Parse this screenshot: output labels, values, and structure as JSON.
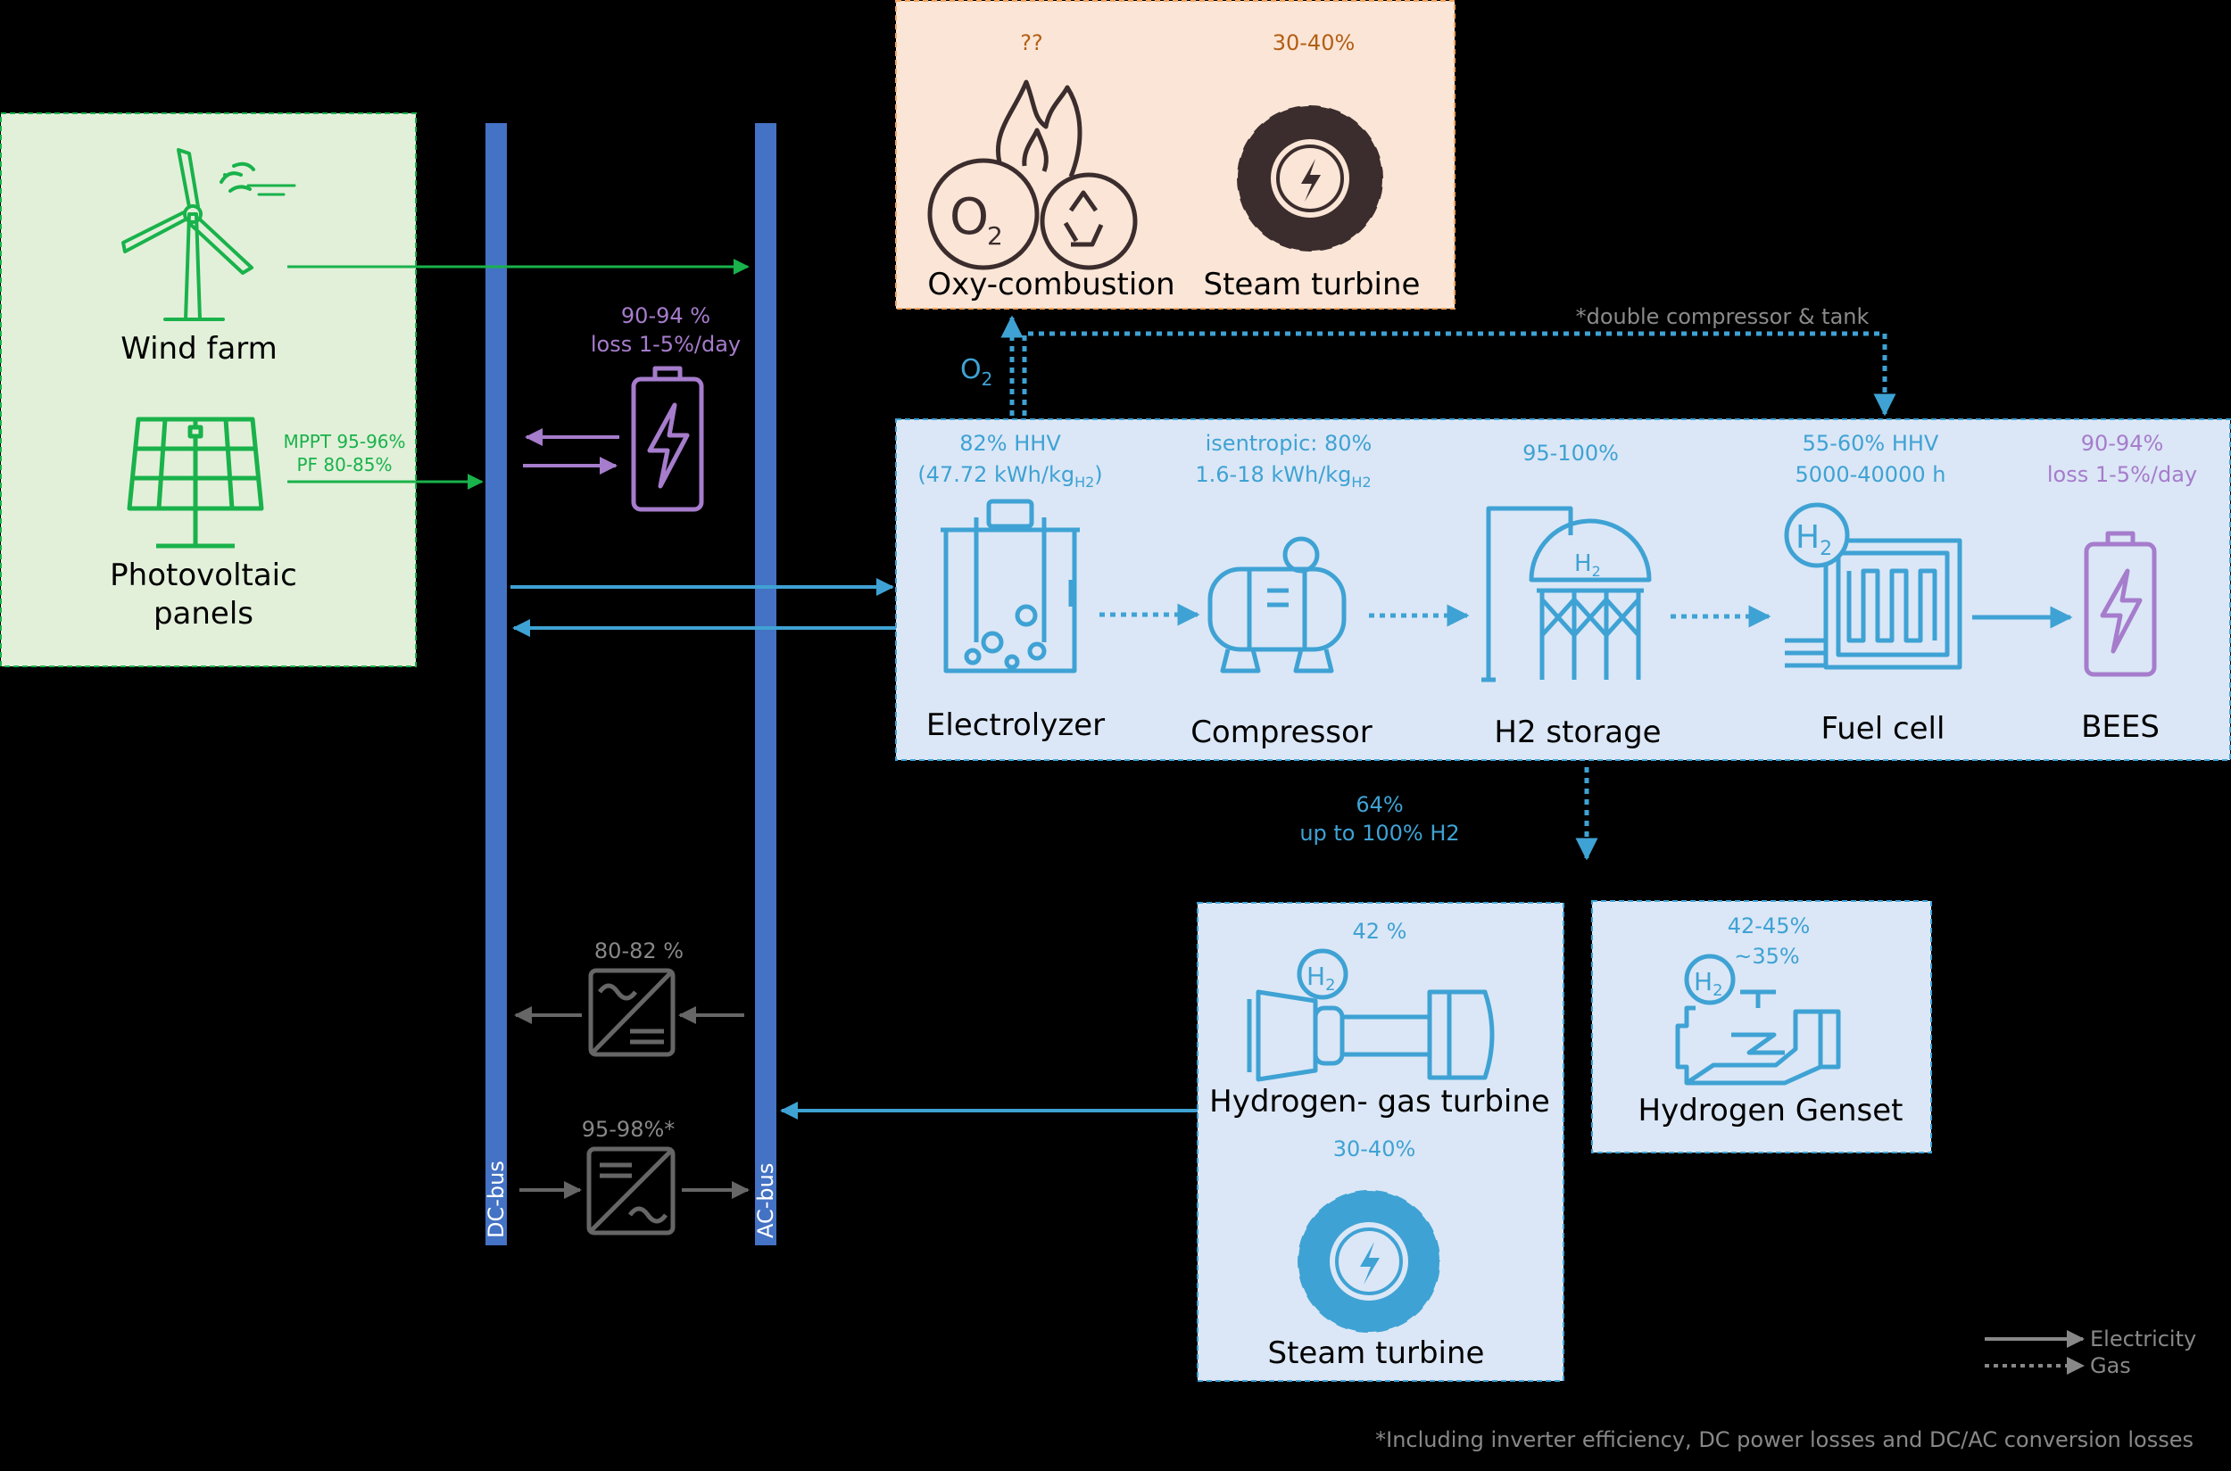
{
  "renewables": {
    "wind_label": "Wind farm",
    "pv_label_line1": "Photovoltaic",
    "pv_label_line2": "panels",
    "mppt_line1": "MPPT 95-96%",
    "mppt_line2": "PF 80-85%"
  },
  "buses": {
    "dc_label": "DC-bus",
    "ac_label": "AC-bus"
  },
  "battery": {
    "eff": "90-94 %",
    "loss": "loss 1-5%/day"
  },
  "oxy_box": {
    "oxy_eff": "??",
    "steam_eff": "30-40%",
    "oxy_label": "Oxy-combustion",
    "steam_label": "Steam turbine",
    "o2_label": "O",
    "o2_sub": "2"
  },
  "note_double": "*double compressor & tank",
  "h2_chain": {
    "electrolyzer": {
      "eff1": "82% HHV",
      "eff2_pre": "(47.72 kWh/kg",
      "eff2_sub": "H2",
      "eff2_post": ")",
      "label": "Electrolyzer"
    },
    "compressor": {
      "eff1": "isentropic: 80%",
      "eff2_pre": "1.6-18 kWh/kg",
      "eff2_sub": "H2",
      "label": "Compressor"
    },
    "storage": {
      "eff1": "95-100%",
      "label": "H2 storage",
      "tank_text": "H",
      "tank_sub": "2"
    },
    "fuelcell": {
      "eff1": "55-60% HHV",
      "eff2": "5000-40000 h",
      "label": "Fuel cell",
      "badge": "H",
      "badge_sub": "2"
    },
    "bees": {
      "eff1": "90-94%",
      "eff2": "loss 1-5%/day",
      "label": "BEES"
    }
  },
  "branch": {
    "eff1": "64%",
    "eff2": "up to 100% H2"
  },
  "gas_turbine_box": {
    "gt_eff": "42 %",
    "gt_label": "Hydrogen- gas turbine",
    "steam_eff": "30-40%",
    "steam_label": "Steam turbine",
    "badge": "H",
    "badge_sub": "2"
  },
  "genset_box": {
    "eff1": "42-45%",
    "eff2": "~35%",
    "label": "Hydrogen Genset",
    "badge": "H",
    "badge_sub": "2"
  },
  "converters": {
    "rectifier_eff": "80-82 %",
    "inverter_eff": "95-98%*"
  },
  "legend": {
    "electricity": "Electricity",
    "gas": "Gas"
  },
  "footnote": "*Including inverter efficiency, DC power losses and DC/AC conversion losses",
  "colors": {
    "green": "#19b24b",
    "purple": "#a67ccc",
    "blue": "#3fa2d4",
    "bus": "#4472c4",
    "gray": "#666666",
    "orange": "#b35f14",
    "dark": "#3b2d2d"
  }
}
